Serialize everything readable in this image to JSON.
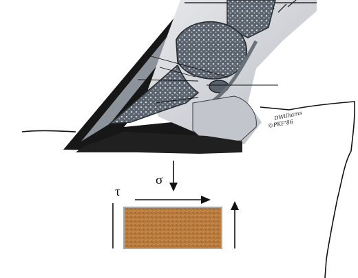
{
  "labels": {
    "sigma": "σ",
    "tau": "τ"
  },
  "illustration": {
    "signature": "DWilliams",
    "copyright": "©PKF'86"
  },
  "colors": {
    "line": "#111111",
    "block_base": "#b57b3e",
    "hoof_wall": "#1a1a1a",
    "bone": "#5f6770"
  }
}
